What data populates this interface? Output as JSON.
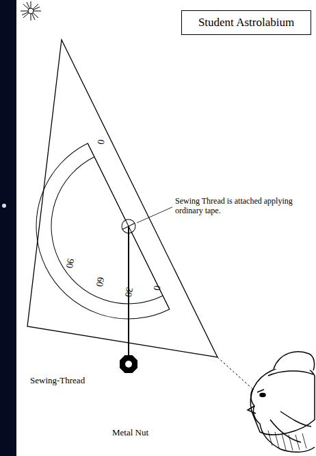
{
  "diagram": {
    "nodes": [
      {
        "text": [
          "Student Astrolabium"
        ]
      }
    ],
    "labels": [
      "0",
      "90",
      "60",
      "30",
      "0",
      "Sewing Thread is attached applying ordinary tape.",
      "Sewing-Thread",
      "Metal Nut"
    ]
  }
}
